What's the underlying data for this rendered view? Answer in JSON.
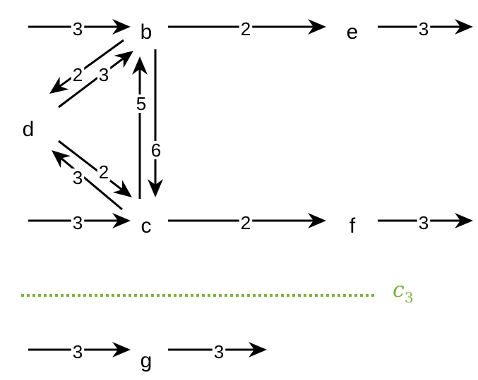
{
  "nodes": {
    "b": "b",
    "d": "d",
    "c": "c",
    "e": "e",
    "f": "f",
    "g": "g"
  },
  "edges": {
    "in_b": "3",
    "b_e": "2",
    "out_e": "3",
    "b_d": "2",
    "d_b": "3",
    "c_b": "5",
    "b_c": "6",
    "c_d": "3",
    "d_c": "2",
    "in_c": "3",
    "c_f": "2",
    "out_f": "3",
    "in_g": "3",
    "out_g": "3"
  },
  "cut": {
    "letter": "c",
    "subscript": "3",
    "color": "#7cb342"
  },
  "colors": {
    "ink": "#000000",
    "background": "#ffffff"
  }
}
